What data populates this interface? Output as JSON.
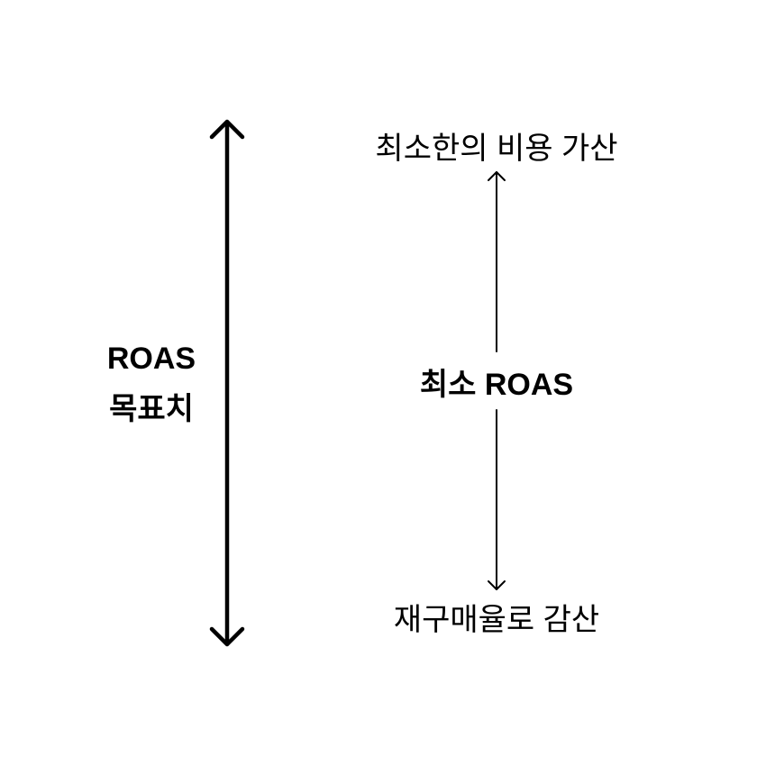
{
  "left": {
    "label_line1": "ROAS",
    "label_line2": "목표치"
  },
  "right": {
    "top_label": "최소한의 비용 가산",
    "center_label": "최소 ROAS",
    "bottom_label": "재구매율로 감산"
  },
  "colors": {
    "ink": "#000000",
    "background": "#ffffff"
  }
}
